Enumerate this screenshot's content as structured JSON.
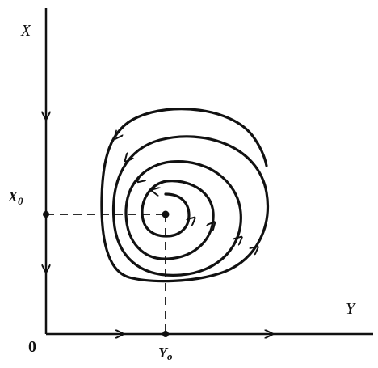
{
  "labels": {
    "x_axis": "X",
    "y_axis": "Y",
    "origin": "0",
    "x0_main": "X",
    "x0_sub": "0",
    "y0_main": "Y",
    "y0_sub": "o"
  },
  "colors": {
    "ink": "#111111",
    "background": "#ffffff"
  }
}
